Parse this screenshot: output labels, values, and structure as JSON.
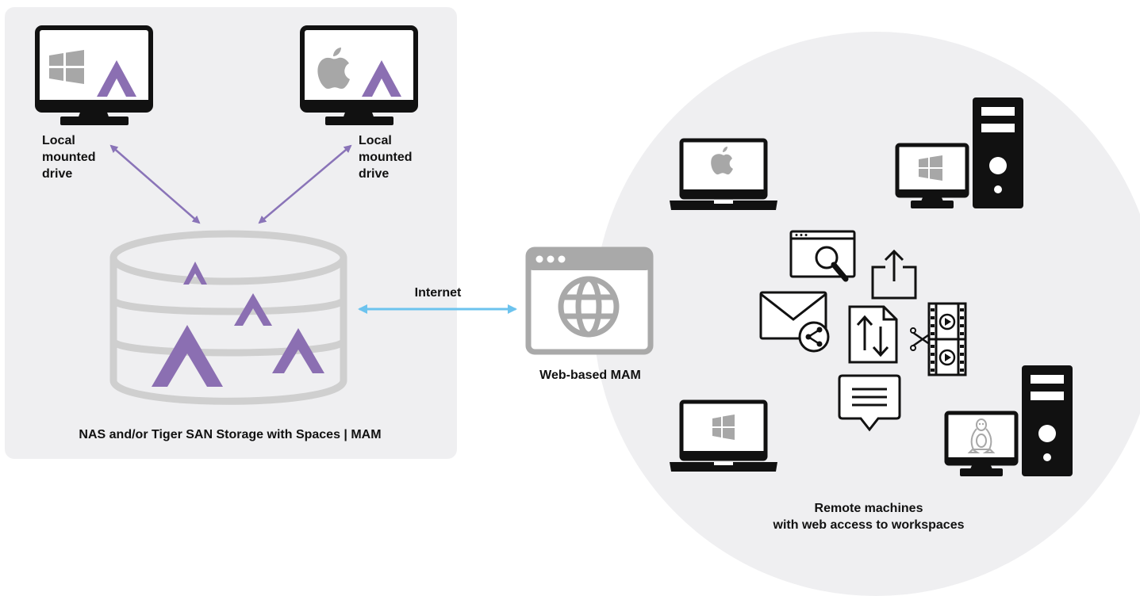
{
  "diagram": {
    "local_drive_left": {
      "line1": "Local",
      "line2": "mounted",
      "line3": "drive"
    },
    "local_drive_right": {
      "line1": "Local",
      "line2": "mounted",
      "line3": "drive"
    },
    "storage_label": "NAS and/or Tiger SAN Storage with Spaces | MAM",
    "internet_label": "Internet",
    "mam_label": "Web-based MAM",
    "remote_label": {
      "line1": "Remote machines",
      "line2": "with web access to workspaces"
    },
    "colors": {
      "accent_purple": "#8b6fb2",
      "arrow_purple": "#8a74b8",
      "arrow_blue": "#6cc3ee",
      "panel_gray": "#efeff1",
      "icon_gray": "#a7a7a7",
      "ink": "#111111"
    },
    "icons": [
      "windows-monitor-icon",
      "mac-monitor-icon",
      "storage-cylinder-icon",
      "web-browser-globe-icon",
      "mac-laptop-icon",
      "windows-desktop-icon",
      "windows-laptop-icon",
      "linux-desktop-icon",
      "search-window-icon",
      "upload-icon",
      "email-share-icon",
      "file-transfer-icon",
      "video-edit-icon",
      "chat-bubble-icon"
    ]
  }
}
